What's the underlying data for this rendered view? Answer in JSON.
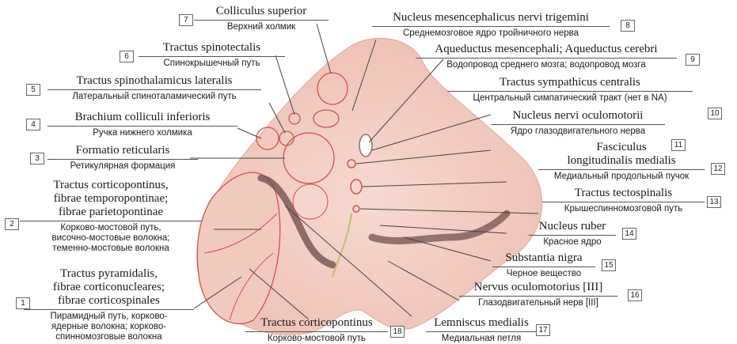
{
  "labels": [
    {
      "num": "1",
      "latin": [
        "Tractus pyramidalis,",
        "fibrae corticonucleares;",
        "fibrae corticospinales"
      ],
      "russian": [
        "Пирамидный путь, корково-",
        "ядерные волокна; корково-",
        "спинномозговые волокна"
      ]
    },
    {
      "num": "2",
      "latin": [
        "Tractus corticopontinus,",
        "fibrae temporopontinae;",
        "fibrae parietopontinae"
      ],
      "russian": [
        "Корково-мостовой путь,",
        "височно-мостовые волокна;",
        "теменно-мостовые волокна"
      ]
    },
    {
      "num": "3",
      "latin": [
        "Formatio reticularis"
      ],
      "russian": [
        "Ретикулярная формация"
      ]
    },
    {
      "num": "4",
      "latin": [
        "Brachium colliculi inferioris"
      ],
      "russian": [
        "Ручка нижнего холмика"
      ]
    },
    {
      "num": "5",
      "latin": [
        "Tractus spinothalamicus lateralis"
      ],
      "russian": [
        "Латеральный спиноталамический путь"
      ]
    },
    {
      "num": "6",
      "latin": [
        "Tractus spinotectalis"
      ],
      "russian": [
        "Спинокрышечный путь"
      ]
    },
    {
      "num": "7",
      "latin": [
        "Colliculus superior"
      ],
      "russian": [
        "Верхний холмик"
      ]
    },
    {
      "num": "8",
      "latin": [
        "Nucleus mesencephalicus nervi trigemini"
      ],
      "russian": [
        "Среднемозговое ядро тройничного нерва"
      ]
    },
    {
      "num": "9",
      "latin": [
        "Aqueductus mesencephali; Aqueductus cerebri"
      ],
      "russian": [
        "Водопровод среднего мозга; водопровод мозга"
      ]
    },
    {
      "num": "10",
      "latin": [
        "Tractus sympathicus centralis"
      ],
      "russian": [
        "Центральный симпатический тракт (нет в NA)"
      ]
    },
    {
      "num": "11",
      "latin": [
        "Nucleus nervi oculomotorii"
      ],
      "russian": [
        "Ядро глазодвигательного нерва"
      ]
    },
    {
      "num": "12",
      "latin": [
        "Fasciculus",
        "longitudinalis medialis"
      ],
      "russian": [
        "Медиальный продольный пучок"
      ]
    },
    {
      "num": "13",
      "latin": [
        "Tractus tectospinalis"
      ],
      "russian": [
        "Крышеспинномозговой путь"
      ]
    },
    {
      "num": "14",
      "latin": [
        "Nucleus ruber"
      ],
      "russian": [
        "Красное ядро"
      ]
    },
    {
      "num": "15",
      "latin": [
        "Substantia nigra"
      ],
      "russian": [
        "Черное вещество"
      ]
    },
    {
      "num": "16",
      "latin": [
        "Nervus oculomotorius [III]"
      ],
      "russian": [
        "Глазодвигательный нерв [III]"
      ]
    },
    {
      "num": "17",
      "latin": [
        "Lemniscus medialis"
      ],
      "russian": [
        "Медиальная петля"
      ]
    },
    {
      "num": "18",
      "latin": [
        "Tractus corticopontinus"
      ],
      "russian": [
        "Корково-мостовой путь"
      ]
    }
  ],
  "colors": {
    "tissue": "#f3cfc6",
    "tissue_dark": "#ecbcb0",
    "outline": "#d0544a",
    "nigra": "#6b4a47",
    "leader": "#444444"
  }
}
